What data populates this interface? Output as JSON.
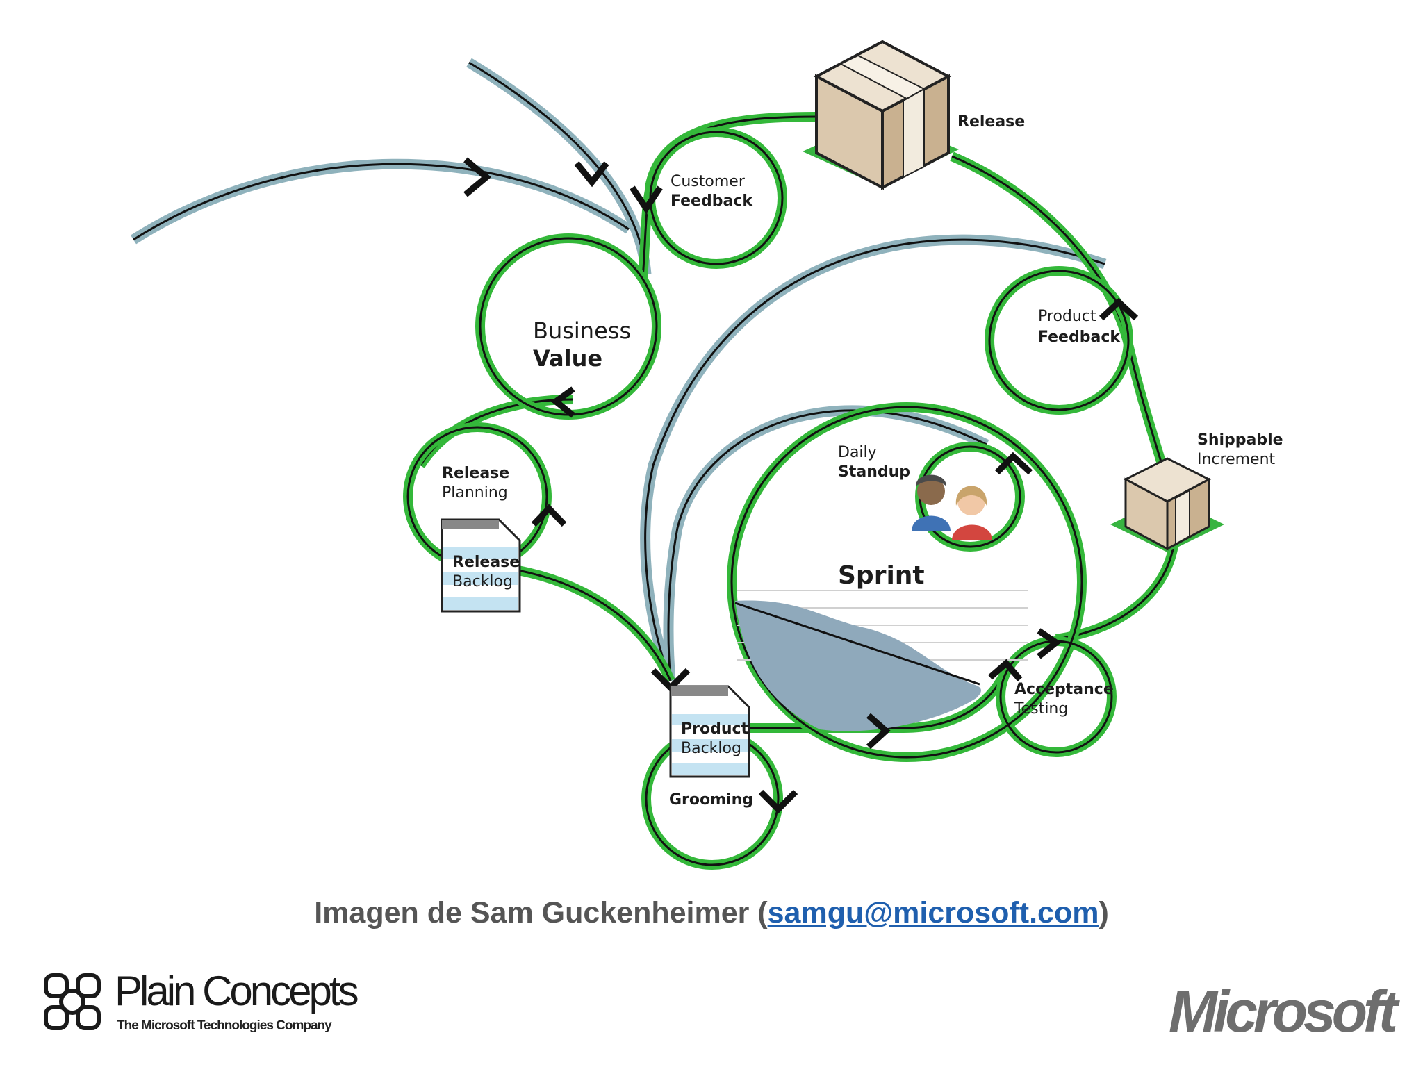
{
  "diagram": {
    "nodes": {
      "release": {
        "label": "Release"
      },
      "customer_feedback": {
        "line1": "Customer",
        "line2": "Feedback"
      },
      "business_value": {
        "line1": "Business",
        "line2": "Value"
      },
      "product_feedback": {
        "line1": "Product",
        "line2": "Feedback"
      },
      "shippable_increment": {
        "line1": "Shippable",
        "line2": "Increment"
      },
      "release_planning": {
        "line1": "Release",
        "line2": "Planning"
      },
      "release_backlog": {
        "line1": "Release",
        "line2": "Backlog"
      },
      "daily_standup": {
        "line1": "Daily",
        "line2": "Standup"
      },
      "sprint": {
        "label": "Sprint"
      },
      "acceptance_testing": {
        "line1": "Acceptance",
        "line2": "Testing"
      },
      "product_backlog": {
        "line1": "Product",
        "line2": "Backlog"
      },
      "grooming": {
        "label": "Grooming"
      }
    }
  },
  "caption": {
    "prefix": "Imagen de Sam Guckenheimer (",
    "email": "samgu@microsoft.com",
    "suffix": ")"
  },
  "footer": {
    "plain_concepts_name": "Plain Concepts",
    "plain_concepts_tagline": "The Microsoft Technologies Company",
    "microsoft_logo": "Microsoft"
  },
  "colors": {
    "flow_green": "#34b83a",
    "stream_blue": "#8fb2bc",
    "burndown": "#8fa9bb",
    "backlog_blue": "#c4e3f2",
    "box_tan": "#dbc8ad"
  }
}
